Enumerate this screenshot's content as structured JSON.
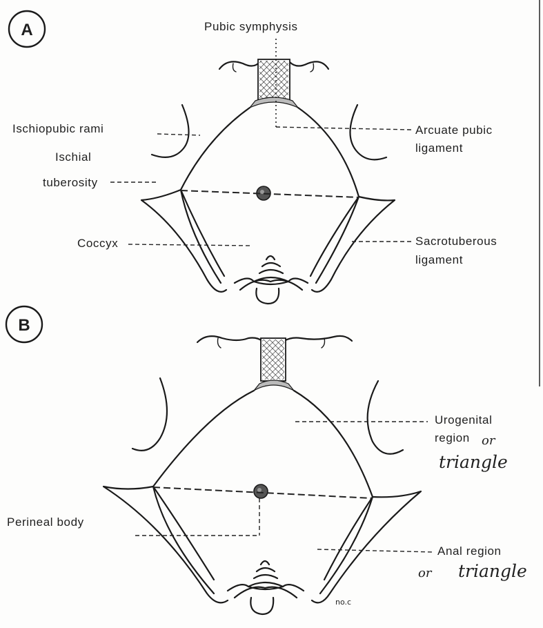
{
  "panel_a": {
    "letter": "A",
    "labels": {
      "pubic_symphysis": "Pubic symphysis",
      "ischiopubic_rami": "Ischiopubic rami",
      "ischial_tuberosity_line1": "Ischial",
      "ischial_tuberosity_line2": "tuberosity",
      "coccyx": "Coccyx",
      "arcuate_line1": "Arcuate pubic",
      "arcuate_line2": "ligament",
      "sacrotuberous_line1": "Sacrotuberous",
      "sacrotuberous_line2": "ligament"
    }
  },
  "panel_b": {
    "letter": "B",
    "labels": {
      "urogenital_line1": "Urogenital",
      "urogenital_line2": "region",
      "urogenital_hand_or": "or",
      "urogenital_hand_triangle": "triangle",
      "perineal_body": "Perineal body",
      "anal_line1": "Anal region",
      "anal_hand_or": "or",
      "anal_hand_triangle": "triangle",
      "signature": "no.c"
    }
  }
}
